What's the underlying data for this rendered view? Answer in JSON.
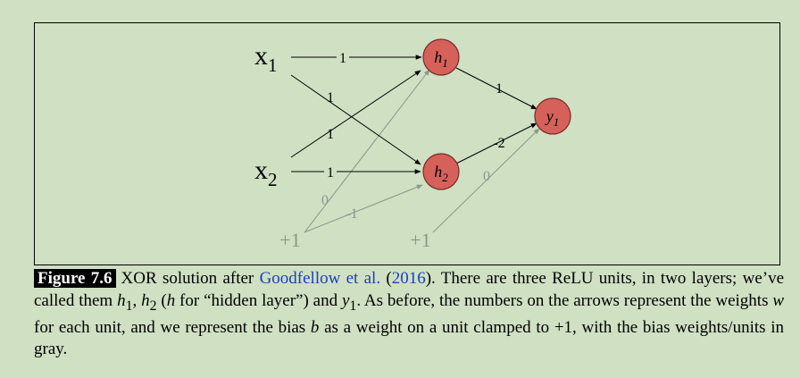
{
  "diagram": {
    "inputs": [
      {
        "letter": "x",
        "sub": "1"
      },
      {
        "letter": "x",
        "sub": "2"
      }
    ],
    "bias_nodes": [
      "+1",
      "+1"
    ],
    "hidden_nodes": [
      {
        "letter": "h",
        "sub": "1"
      },
      {
        "letter": "h",
        "sub": "2"
      }
    ],
    "output_node": {
      "letter": "y",
      "sub": "1"
    },
    "weights": {
      "x1_h1": "1",
      "x1_h2": "1",
      "x2_h1": "1",
      "x2_h2": "1",
      "b1_h1": "0",
      "b1_h2": "-1",
      "h1_y1": "1",
      "h2_y1": "-2",
      "b2_y1": "0"
    },
    "colors": {
      "node_fill": "#d5615a",
      "node_stroke": "#7a2a28",
      "edge": "#000000",
      "bias": "#8c968a",
      "background": "#cfe0c3"
    }
  },
  "caption": {
    "figure_label": "Figure 7.6",
    "t1": "XOR solution after ",
    "cite_authors": "Goodfellow et al.",
    "t2": " (",
    "cite_year": "2016",
    "t3": "). There are three ReLU units, in two layers; we’ve called them ",
    "h": "h",
    "sub1": "1",
    "t4": ", ",
    "sub2": "2",
    "t5": " (",
    "t6": " for “hidden layer”) and ",
    "y": "y",
    "t7": ". As before, the numbers on the arrows represent the weights ",
    "w": "w",
    "t8": " for each unit, and we represent the bias ",
    "b": "b",
    "t9": " as a weight on a unit clamped to +1, with the bias weights/units in gray."
  }
}
